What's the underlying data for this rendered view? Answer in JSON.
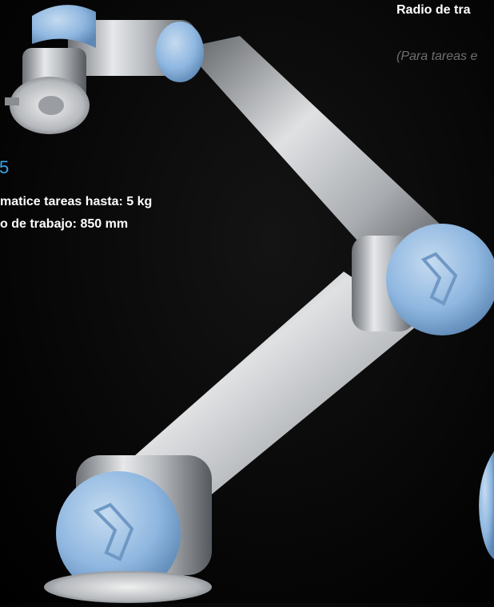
{
  "header": {
    "reach_title": "Radio de tra",
    "note": "(Para tareas e"
  },
  "spec": {
    "model_suffix": "5",
    "payload": "matice tareas hasta: 5 kg",
    "reach": "o de trabajo: 850 mm"
  },
  "colors": {
    "background": "#000000",
    "joint_cap": "#8fb7e0",
    "arm_metal": "#c9ccd0",
    "accent_text": "#39a3e6"
  },
  "icons": [
    "ur-logo-icon"
  ]
}
